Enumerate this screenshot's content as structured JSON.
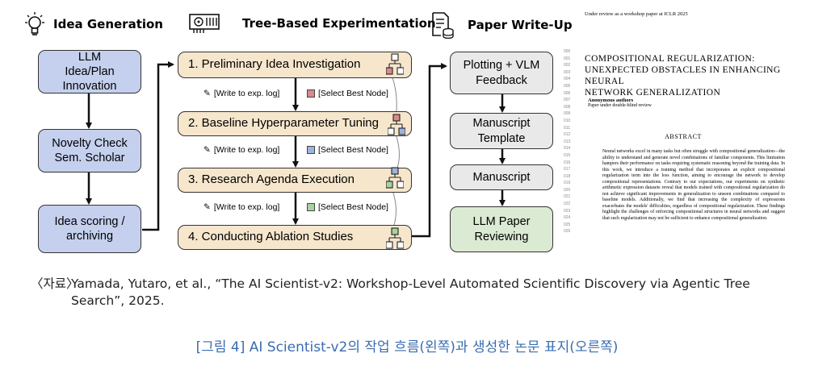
{
  "headers": {
    "idea": "Idea Generation",
    "tree": "Tree-Based Experimentation",
    "paper": "Paper Write-Up"
  },
  "left_column": [
    "LLM Idea/Plan Innovation",
    "Novelty Check Sem. Scholar",
    "Idea scoring / archiving"
  ],
  "stages": [
    "1. Preliminary Idea Investigation",
    "2. Baseline Hyperparameter Tuning",
    "3. Research Agenda Execution",
    "4. Conducting Ablation Studies"
  ],
  "notes": {
    "write_log": "[Write to exp. log]",
    "select_best": "[Select Best Node]"
  },
  "right_column": [
    "Plotting + VLM Feedback",
    "Manuscript Template",
    "Manuscript",
    "LLM Paper Reviewing"
  ],
  "colors": {
    "node_red": "#d98a8a",
    "node_blue": "#9db3e0",
    "node_green": "#a8d3a0",
    "caption": "#3a6db0"
  },
  "paper": {
    "running_head": "Under review as a workshop paper at ICLR 2025",
    "line_numbers": "000\n001\n002\n003\n004\n005\n006\n007\n008\n009\n010\n011\n012\n013\n014\n015\n016\n017\n018\n019\n020\n021\n022\n023\n024\n025\n026",
    "title_line1": "COMPOSITIONAL REGULARIZATION:",
    "title_line2": "UNEXPECTED OBSTACLES IN ENHANCING NEURAL",
    "title_line3": "NETWORK GENERALIZATION",
    "authors": "Anonymous authors",
    "review_note": "Paper under double-blind review",
    "abstract_heading": "ABSTRACT",
    "abstract": "Neural networks excel in many tasks but often struggle with compositional generalization—the ability to understand and generate novel combinations of familiar components. This limitation hampers their performance on tasks requiring systematic reasoning beyond the training data. In this work, we introduce a training method that incorporates an explicit compositional regularization term into the loss function, aiming to encourage the network to develop compositional representations. Contrary to our expectations, our experiments on synthetic arithmetic expression datasets reveal that models trained with compositional regularization do not achieve significant improvements in generalization to unseen combinations compared to baseline models. Additionally, we find that increasing the complexity of expressions exacerbates the models' difficulties, regardless of compositional regularization. These findings highlight the challenges of enforcing compositional structures in neural networks and suggest that such regularization may not be sufficient to enhance compositional generalization."
  },
  "source": {
    "label": "〈자료〉",
    "text": "Yamada, Yutaro, et al., “The AI Scientist-v2: Workshop-Level Automated Scientific Discovery via Agentic Tree Search”, 2025."
  },
  "caption": "[그림 4] AI Scientist-v2의 작업 흐름(왼쪽)과 생성한 논문 표지(오른쪽)"
}
